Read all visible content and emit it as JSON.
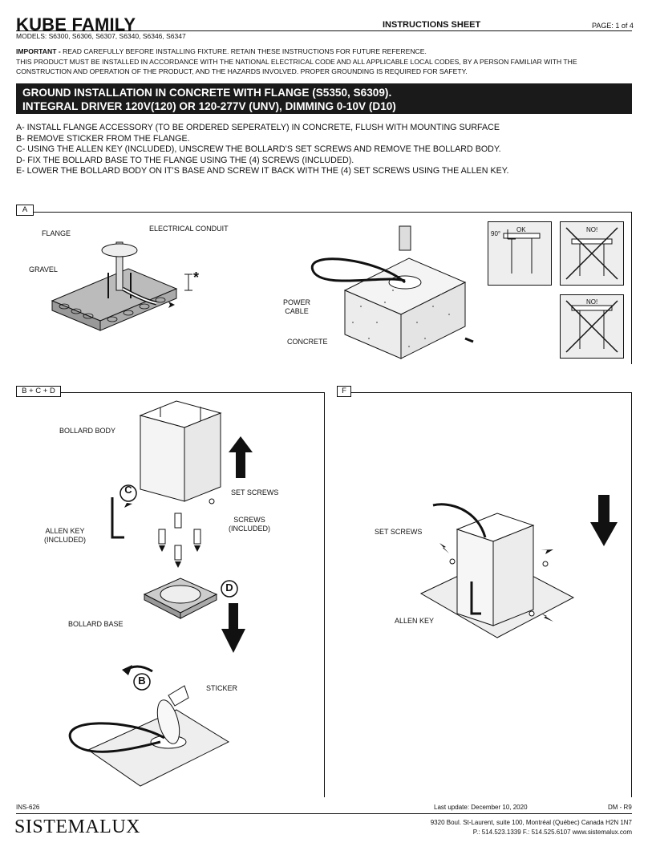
{
  "header": {
    "title": "KUBE FAMILY",
    "models": "MODELS: S6300, S6306, S6307, S6340, S6346, S6347",
    "sheet_label": "INSTRUCTIONS SHEET",
    "page": "PAGE: 1 of 4"
  },
  "important": {
    "prefix": "IMPORTANT -",
    "line1": " READ CAREFULLY BEFORE INSTALLING FIXTURE. RETAIN THESE INSTRUCTIONS FOR FUTURE REFERENCE.",
    "line2": "THIS PRODUCT MUST BE INSTALLED IN ACCORDANCE WITH THE NATIONAL ELECTRICAL CODE AND ALL APPLICABLE LOCAL CODES, BY A PERSON FAMILIAR WITH THE CONSTRUCTION AND OPERATION OF THE PRODUCT, AND THE HAZARDS INVOLVED. PROPER GROUNDING IS REQUIRED FOR SAFETY."
  },
  "banner": {
    "line1": "GROUND INSTALLATION IN CONCRETE WITH FLANGE (S5350, S6309).",
    "line2": "INTEGRAL DRIVER 120V(120) OR 120-277V (UNV), DIMMING 0-10V (D10)"
  },
  "steps": [
    {
      "text": "A-  INSTALL FLANGE ACCESSORY (TO BE ORDERED SEPERATELY) IN CONCRETE, FLUSH WITH MOUNTING SURFACE"
    },
    {
      "text": "B-  REMOVE STICKER FROM THE FLANGE."
    },
    {
      "text": "C-  USING THE ALLEN KEY (INCLUDED), UNSCREW THE BOLLARD’S SET SCREWS AND REMOVE THE BOLLARD BODY."
    },
    {
      "text": "D-  FIX THE BOLLARD BASE TO THE FLANGE USING THE (4) SCREWS (INCLUDED)."
    },
    {
      "text": "E-  LOWER THE BOLLARD BODY ON IT’S BASE AND SCREW IT BACK WITH THE (4) SET SCREWS USING THE ALLEN KEY."
    }
  ],
  "panels": {
    "a_tag": "A",
    "bcd_tag": "B + C + D",
    "f_tag": "F"
  },
  "labels_a": {
    "flange": "FLANGE",
    "conduit": "ELECTRICAL CONDUIT",
    "gravel": "GRAVEL",
    "asterisk": "*",
    "power": "POWER",
    "cable": "CABLE",
    "concrete": "CONCRETE",
    "ok": "OK",
    "angle": "90°",
    "no1": "NO!",
    "no2": "NO!"
  },
  "labels_bcd": {
    "bollard_body": "BOLLARD BODY",
    "set_screws": "SET SCREWS",
    "screws": "SCREWS",
    "included": "(INCLUDED)",
    "allen_key": "ALLEN KEY",
    "allen_included": "(INCLUDED)",
    "bollard_base": "BOLLARD BASE",
    "sticker": "STICKER",
    "c": "C",
    "d": "D",
    "b": "B"
  },
  "labels_f": {
    "set_screws": "SET SCREWS",
    "allen_key": "ALLEN KEY"
  },
  "footer": {
    "doc": "INS-626",
    "last_update": "Last update: December 10, 2020",
    "rev": "DM - R9",
    "logo": "SISTEMALUX",
    "address": "9320 Boul. St-Laurent, suite 100, Montréal (Québec) Canada H2N 1N7",
    "contact": "P.: 514.523.1339   F.: 514.525.6107  www.sistemalux.com"
  }
}
